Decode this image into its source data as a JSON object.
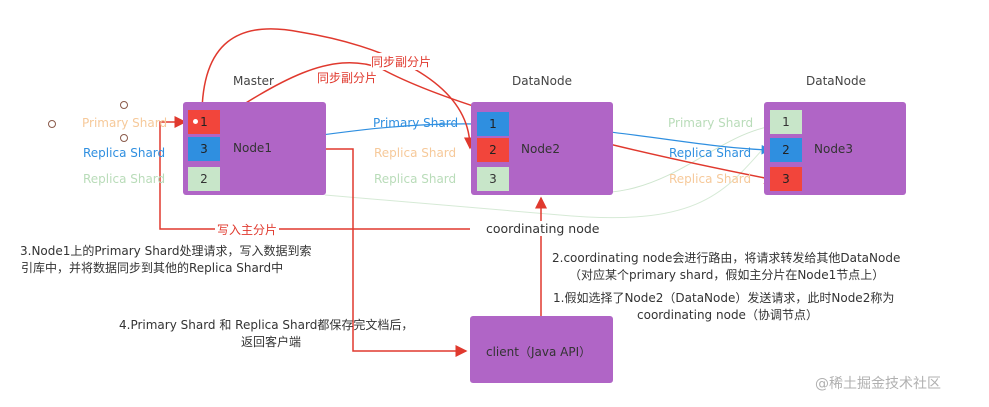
{
  "colors": {
    "node": "#b065c6",
    "red": "#e0392e",
    "blue": "#2f8fe0",
    "peach": "#f6c99a",
    "mint": "#c8e6c9",
    "green": "#b9dcb9"
  },
  "titles": {
    "master": "Master",
    "datanode1": "DataNode",
    "datanode2": "DataNode"
  },
  "node1": {
    "name": "Node1",
    "shards": [
      "1",
      "3",
      "2"
    ]
  },
  "node2": {
    "name": "Node2",
    "shards": [
      "1",
      "2",
      "3"
    ]
  },
  "node3": {
    "name": "Node3",
    "shards": [
      "1",
      "2",
      "3"
    ]
  },
  "labels": {
    "primary_shard": "Primary Shard",
    "replica_shard": "Replica Shard",
    "sync_replica": "同步副分片",
    "write_primary": "写入主分片",
    "coordinating": "coordinating node"
  },
  "client": {
    "label": "client（Java API）"
  },
  "notes": {
    "step1_line1": "1.假如选择了Node2（DataNode）发送请求，此时Node2称为",
    "step1_line2": "coordinating node（协调节点）",
    "step2_line1": "2.coordinating node会进行路由，将请求转发给其他DataNode",
    "step2_line2": "（对应某个primary shard，假如主分片在Node1节点上）",
    "step3_line1": "3.Node1上的Primary Shard处理请求，写入数据到索",
    "step3_line2": "引库中，并将数据同步到其他的Replica Shard中",
    "step4_line1": "4.Primary Shard 和 Replica Shard都保存完文档后，",
    "step4_line2": "返回客户端"
  },
  "watermark": "@稀土掘金技术社区"
}
